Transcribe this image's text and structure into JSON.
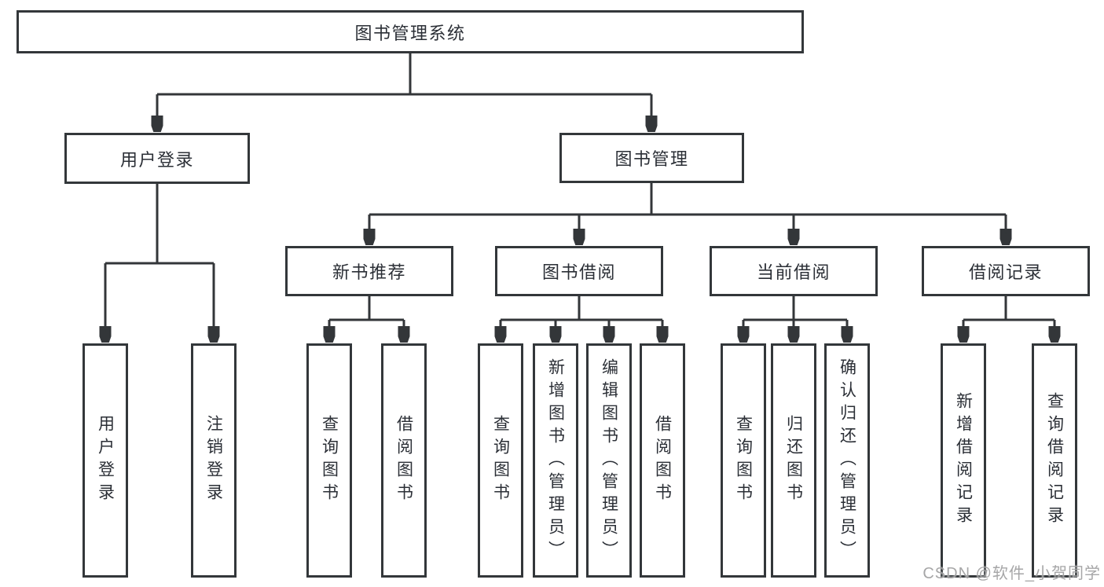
{
  "diagram": {
    "root": {
      "label": "图书管理系统"
    },
    "level2": [
      {
        "label": "用户登录"
      },
      {
        "label": "图书管理"
      }
    ],
    "level3": [
      {
        "label": "新书推荐"
      },
      {
        "label": "图书借阅"
      },
      {
        "label": "当前借阅"
      },
      {
        "label": "借阅记录"
      }
    ],
    "leaves": [
      {
        "label": "用户登录"
      },
      {
        "label": "注销登录"
      },
      {
        "label": "查询图书"
      },
      {
        "label": "借阅图书"
      },
      {
        "label": "查询图书"
      },
      {
        "label": "新增图书（管理员）"
      },
      {
        "label": "编辑图书（管理员）"
      },
      {
        "label": "借阅图书"
      },
      {
        "label": "查询图书"
      },
      {
        "label": "归还图书"
      },
      {
        "label": "确认归还（管理员）"
      },
      {
        "label": "新增借阅记录"
      },
      {
        "label": "查询借阅记录"
      }
    ],
    "colors": {
      "line": "#333639",
      "text": "#2b2f36",
      "background": "#ffffff",
      "watermark_gray": "#9e9ea0"
    }
  },
  "watermark": {
    "text": "CSDN @软件_小贺同学"
  }
}
